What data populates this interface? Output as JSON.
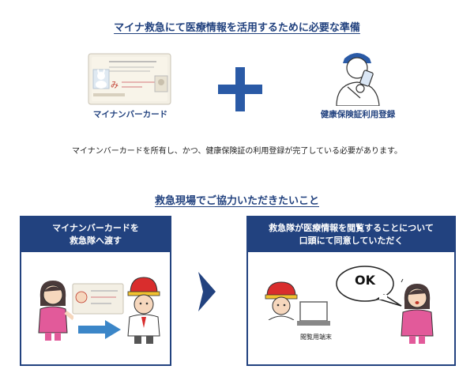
{
  "title": "マイナ救急にて医療情報を活用するために必要な準備",
  "prep": {
    "card_label": "マイナンバーカード",
    "registration_label": "健康保険証利用登録"
  },
  "note": "マイナンバーカードを所有し、かつ、健康保険証の利用登録が完了している必要があります。",
  "cooperation_title": "救急現場でご協力いただきたいこと",
  "step1": {
    "line1": "マイナンバーカードを",
    "line2": "救急隊へ渡す"
  },
  "step2": {
    "line1": "救急隊が医療情報を閲覧することについて",
    "line2": "口頭にて同意していただく",
    "ok_text": "OK",
    "terminal_label": "閲覧用端末"
  },
  "card": {
    "name_stamp": "み"
  },
  "colors": {
    "navy": "#22427f",
    "arrow_blue": "#3b86c8",
    "plus_blue": "#2a5aa6",
    "skin": "#f6d7bd",
    "pink": "#e25a9a",
    "helmet_red": "#d92d2d"
  }
}
